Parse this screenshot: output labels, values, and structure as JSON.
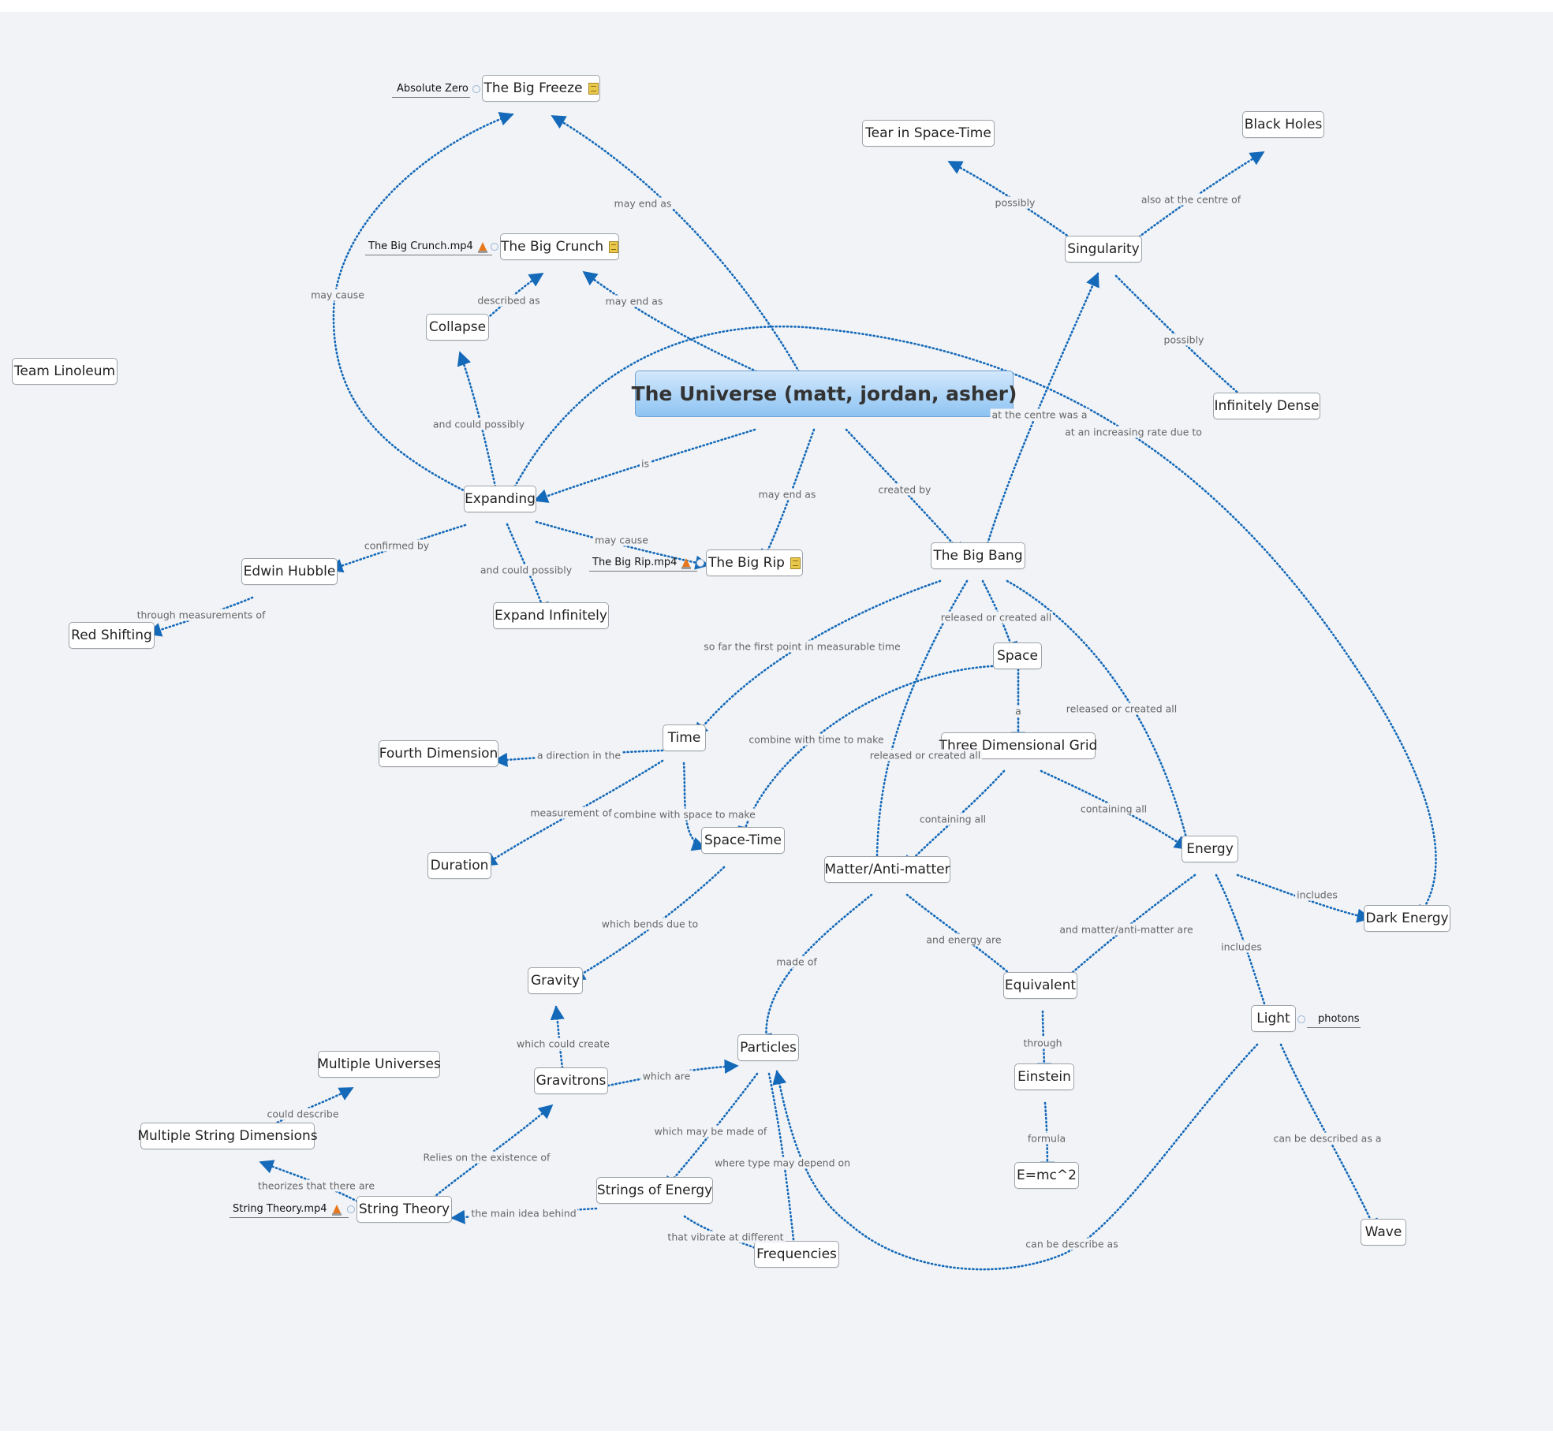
{
  "central_topic": "The Universe (matt, jordan, asher)",
  "nodes": {
    "big_freeze": "The Big Freeze",
    "big_crunch": "The Big Crunch",
    "collapse": "Collapse",
    "team_linoleum": "Team Linoleum",
    "expanding": "Expanding",
    "big_rip": "The Big Rip",
    "edwin_hubble": "Edwin Hubble",
    "red_shifting": "Red Shifting",
    "expand_infinitely": "Expand Infinitely",
    "tear_in_space_time": "Tear in Space-Time",
    "black_holes": "Black Holes",
    "singularity": "Singularity",
    "infinitely_dense": "Infinitely Dense",
    "big_bang": "The Big Bang",
    "space": "Space",
    "time": "Time",
    "fourth_dimension": "Fourth Dimension",
    "three_dimensional_grid": "Three Dimensional Grid",
    "duration": "Duration",
    "space_time": "Space-Time",
    "matter_anti_matter": "Matter/Anti-matter",
    "energy": "Energy",
    "dark_energy": "Dark Energy",
    "gravity": "Gravity",
    "equivalent": "Equivalent",
    "light": "Light",
    "particles": "Particles",
    "einstein": "Einstein",
    "multiple_universes": "Multiple Universes",
    "gravitrons": "Gravitrons",
    "multiple_string_dimensions": "Multiple String Dimensions",
    "e_mc2": "E=mc^2",
    "strings_of_energy": "Strings of Energy",
    "string_theory": "String Theory",
    "frequencies": "Frequencies",
    "wave": "Wave"
  },
  "attachments": {
    "absolute_zero": "Absolute Zero",
    "big_crunch_video": "The Big Crunch.mp4",
    "big_rip_video": "The Big Rip.mp4",
    "string_theory_video": "String Theory.mp4",
    "photons": "photons"
  },
  "relationships": [
    {
      "from": "The Universe (matt, jordan, asher)",
      "to": "The Big Freeze",
      "label": "may end as"
    },
    {
      "from": "Expanding",
      "to": "The Big Freeze",
      "label": "may cause"
    },
    {
      "from": "The Universe (matt, jordan, asher)",
      "to": "The Big Crunch",
      "label": "may end as"
    },
    {
      "from": "Collapse",
      "to": "The Big Crunch",
      "label": "described as"
    },
    {
      "from": "Expanding",
      "to": "Collapse",
      "label": "and could possibly"
    },
    {
      "from": "The Universe (matt, jordan, asher)",
      "to": "Expanding",
      "label": "is"
    },
    {
      "from": "The Universe (matt, jordan, asher)",
      "to": "The Big Rip",
      "label": "may end as"
    },
    {
      "from": "Expanding",
      "to": "The Big Rip",
      "label": "may cause"
    },
    {
      "from": "Expanding",
      "to": "Edwin Hubble",
      "label": "confirmed by"
    },
    {
      "from": "Edwin Hubble",
      "to": "Red Shifting",
      "label": "through measurements of"
    },
    {
      "from": "Expanding",
      "to": "Expand Infinitely",
      "label": "and could possibly"
    },
    {
      "from": "The Universe (matt, jordan, asher)",
      "to": "The Big Bang",
      "label": "created by"
    },
    {
      "from": "The Big Bang",
      "to": "Singularity",
      "label": "at the centre was a"
    },
    {
      "from": "Singularity",
      "to": "Tear in Space-Time",
      "label": "possibly"
    },
    {
      "from": "Singularity",
      "to": "Black Holes",
      "label": "also at the centre of"
    },
    {
      "from": "Singularity",
      "to": "Infinitely Dense",
      "label": "possibly"
    },
    {
      "from": "Expanding",
      "to": "Dark Energy",
      "label": "at an increasing rate due to"
    },
    {
      "from": "The Big Bang",
      "to": "Time",
      "label": "so far the first point in measurable time"
    },
    {
      "from": "The Big Bang",
      "to": "Space",
      "label": "released or created all"
    },
    {
      "from": "The Big Bang",
      "to": "Energy",
      "label": "released or created all"
    },
    {
      "from": "The Big Bang",
      "to": "Matter/Anti-matter",
      "label": "released or created all"
    },
    {
      "from": "Space",
      "to": "Three Dimensional Grid",
      "label": "a"
    },
    {
      "from": "Space",
      "to": "Space-Time",
      "label": "combine with time to make"
    },
    {
      "from": "Time",
      "to": "Fourth Dimension",
      "label": "a direction in the"
    },
    {
      "from": "Time",
      "to": "Duration",
      "label": "measurement of"
    },
    {
      "from": "Time",
      "to": "Space-Time",
      "label": "combine with space to make"
    },
    {
      "from": "Three Dimensional Grid",
      "to": "Matter/Anti-matter",
      "label": "containing all"
    },
    {
      "from": "Three Dimensional Grid",
      "to": "Energy",
      "label": "containing all"
    },
    {
      "from": "Energy",
      "to": "Dark Energy",
      "label": "includes"
    },
    {
      "from": "Energy",
      "to": "Equivalent",
      "label": "and matter/anti-matter are"
    },
    {
      "from": "Energy",
      "to": "Light",
      "label": "includes"
    },
    {
      "from": "Matter/Anti-matter",
      "to": "Equivalent",
      "label": "and energy are"
    },
    {
      "from": "Matter/Anti-matter",
      "to": "Particles",
      "label": "made of"
    },
    {
      "from": "Space-Time",
      "to": "Gravity",
      "label": "which bends due to"
    },
    {
      "from": "Gravitrons",
      "to": "Gravity",
      "label": "which could create"
    },
    {
      "from": "Gravitrons",
      "to": "Particles",
      "label": "which are"
    },
    {
      "from": "Equivalent",
      "to": "Einstein",
      "label": "through"
    },
    {
      "from": "Einstein",
      "to": "E=mc^2",
      "label": "formula"
    },
    {
      "from": "Light",
      "to": "Wave",
      "label": "can be described as a"
    },
    {
      "from": "Light",
      "to": "Particles",
      "label": "can be describe as"
    },
    {
      "from": "Particles",
      "to": "Strings of Energy",
      "label": "which may be made of"
    },
    {
      "from": "Particles",
      "to": "Frequencies",
      "label": "where type may depend on"
    },
    {
      "from": "Strings of Energy",
      "to": "Frequencies",
      "label": "that vibrate at different"
    },
    {
      "from": "Strings of Energy",
      "to": "String Theory",
      "label": "the main idea behind"
    },
    {
      "from": "String Theory",
      "to": "Gravitrons",
      "label": "Relies on the existence of"
    },
    {
      "from": "String Theory",
      "to": "Multiple String Dimensions",
      "label": "theorizes that there are"
    },
    {
      "from": "Multiple String Dimensions",
      "to": "Multiple Universes",
      "label": "could describe"
    }
  ],
  "colors": {
    "connector": "#1469b9",
    "canvas": "#f1f3f6",
    "central_top": "#d2e8fc",
    "central_bottom": "#8ec3f2",
    "video_icon": "#e8761a",
    "note_icon": "#e9c84a"
  }
}
